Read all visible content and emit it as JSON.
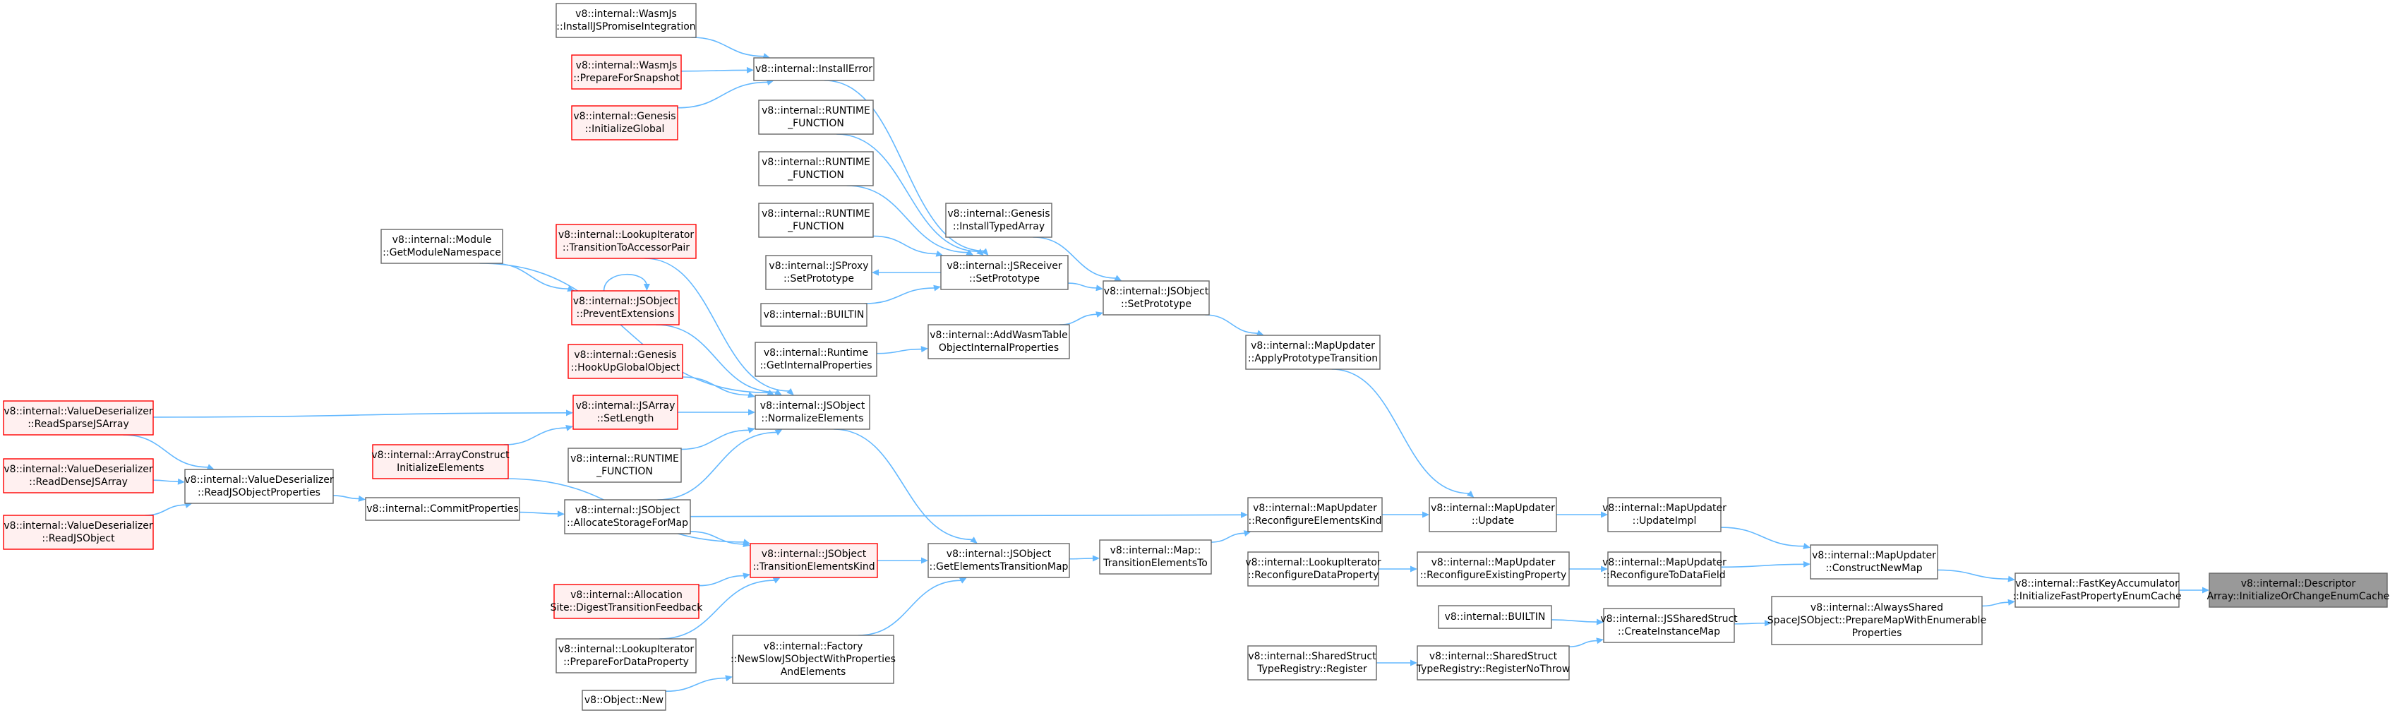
{
  "graph": {
    "nodes": [
      {
        "id": "focus",
        "lines": [
          "v8::internal::Descriptor",
          "Array::InitializeOrChangeEnumCache"
        ],
        "style": "focus"
      },
      {
        "id": "fka",
        "lines": [
          "v8::internal::FastKeyAccumulator",
          "::InitializeFastPropertyEnumCache"
        ],
        "style": "normal"
      },
      {
        "id": "mu_cnm",
        "lines": [
          "v8::internal::MapUpdater",
          "::ConstructNewMap"
        ],
        "style": "normal"
      },
      {
        "id": "jsso",
        "lines": [
          "v8::internal::AlwaysShared",
          "SpaceJSObject::PrepareMapWithEnumerable",
          "Properties"
        ],
        "style": "normal"
      },
      {
        "id": "mu_ui",
        "lines": [
          "v8::internal::MapUpdater",
          "::UpdateImpl"
        ],
        "style": "normal"
      },
      {
        "id": "mu_rtdf",
        "lines": [
          "v8::internal::MapUpdater",
          "::ReconfigureToDataField"
        ],
        "style": "normal"
      },
      {
        "id": "jss_cim",
        "lines": [
          "v8::internal::JSSharedStruct",
          "::CreateInstanceMap"
        ],
        "style": "normal"
      },
      {
        "id": "builtin2",
        "lines": [
          "v8::internal::BUILTIN"
        ],
        "style": "normal"
      },
      {
        "id": "ssr_rnt",
        "lines": [
          "v8::internal::SharedStruct",
          "TypeRegistry::RegisterNoThrow"
        ],
        "style": "normal"
      },
      {
        "id": "ssr_r",
        "lines": [
          "v8::internal::SharedStruct",
          "TypeRegistry::Register"
        ],
        "style": "normal"
      },
      {
        "id": "mu_u",
        "lines": [
          "v8::internal::MapUpdater",
          "::Update"
        ],
        "style": "normal"
      },
      {
        "id": "mu_rep",
        "lines": [
          "v8::internal::MapUpdater",
          "::ReconfigureExistingProperty"
        ],
        "style": "normal"
      },
      {
        "id": "li_rdp",
        "lines": [
          "v8::internal::LookupIterator",
          "::ReconfigureDataProperty"
        ],
        "style": "normal"
      },
      {
        "id": "mu_apt",
        "lines": [
          "v8::internal::MapUpdater",
          "::ApplyPrototypeTransition"
        ],
        "style": "normal"
      },
      {
        "id": "mu_rek",
        "lines": [
          "v8::internal::MapUpdater",
          "::ReconfigureElementsKind"
        ],
        "style": "normal"
      },
      {
        "id": "map_tet",
        "lines": [
          "v8::internal::Map::",
          "TransitionElementsTo"
        ],
        "style": "normal"
      },
      {
        "id": "jso_sp",
        "lines": [
          "v8::internal::JSObject",
          "::SetPrototype"
        ],
        "style": "normal"
      },
      {
        "id": "awt",
        "lines": [
          "v8::internal::AddWasmTable",
          "ObjectInternalProperties"
        ],
        "style": "normal"
      },
      {
        "id": "jsr_sp",
        "lines": [
          "v8::internal::JSReceiver",
          "::SetPrototype"
        ],
        "style": "normal"
      },
      {
        "id": "gen_ita",
        "lines": [
          "v8::internal::Genesis",
          "::InstallTypedArray"
        ],
        "style": "normal"
      },
      {
        "id": "jso_getm",
        "lines": [
          "v8::internal::JSObject",
          "::GetElementsTransitionMap"
        ],
        "style": "normal"
      },
      {
        "id": "ie",
        "lines": [
          "v8::internal::InstallError"
        ],
        "style": "normal"
      },
      {
        "id": "rf1",
        "lines": [
          "v8::internal::RUNTIME",
          "_FUNCTION"
        ],
        "style": "normal"
      },
      {
        "id": "rf2",
        "lines": [
          "v8::internal::RUNTIME",
          "_FUNCTION"
        ],
        "style": "normal"
      },
      {
        "id": "rf3",
        "lines": [
          "v8::internal::RUNTIME",
          "_FUNCTION"
        ],
        "style": "normal"
      },
      {
        "id": "jsp_sp",
        "lines": [
          "v8::internal::JSProxy",
          "::SetPrototype"
        ],
        "style": "normal"
      },
      {
        "id": "builtin1",
        "lines": [
          "v8::internal::BUILTIN"
        ],
        "style": "normal"
      },
      {
        "id": "rt_gip",
        "lines": [
          "v8::internal::Runtime",
          "::GetInternalProperties"
        ],
        "style": "normal"
      },
      {
        "id": "jso_ne",
        "lines": [
          "v8::internal::JSObject",
          "::NormalizeElements"
        ],
        "style": "normal"
      },
      {
        "id": "jso_tek",
        "lines": [
          "v8::internal::JSObject",
          "::TransitionElementsKind"
        ],
        "style": "red"
      },
      {
        "id": "fac",
        "lines": [
          "v8::internal::Factory",
          "::NewSlowJSObjectWithProperties",
          "AndElements"
        ],
        "style": "normal"
      },
      {
        "id": "wasm_ipi",
        "lines": [
          "v8::internal::WasmJs",
          "::InstallJSPromiseIntegration"
        ],
        "style": "normal"
      },
      {
        "id": "wasm_pfs",
        "lines": [
          "v8::internal::WasmJs",
          "::PrepareForSnapshot"
        ],
        "style": "red"
      },
      {
        "id": "gen_ig",
        "lines": [
          "v8::internal::Genesis",
          "::InitializeGlobal"
        ],
        "style": "red"
      },
      {
        "id": "li_ttap",
        "lines": [
          "v8::internal::LookupIterator",
          "::TransitionToAccessorPair"
        ],
        "style": "red"
      },
      {
        "id": "jso_pe",
        "lines": [
          "v8::internal::JSObject",
          "::PreventExtensions"
        ],
        "style": "red"
      },
      {
        "id": "gen_hugo",
        "lines": [
          "v8::internal::Genesis",
          "::HookUpGlobalObject"
        ],
        "style": "red"
      },
      {
        "id": "jsa_sl",
        "lines": [
          "v8::internal::JSArray",
          "::SetLength"
        ],
        "style": "red"
      },
      {
        "id": "rf4",
        "lines": [
          "v8::internal::RUNTIME",
          "_FUNCTION"
        ],
        "style": "normal"
      },
      {
        "id": "jso_asfm",
        "lines": [
          "v8::internal::JSObject",
          "::AllocateStorageForMap"
        ],
        "style": "normal"
      },
      {
        "id": "alloc",
        "lines": [
          "v8::internal::Allocation",
          "Site::DigestTransitionFeedback"
        ],
        "style": "red"
      },
      {
        "id": "li_pfdp",
        "lines": [
          "v8::internal::LookupIterator",
          "::PrepareForDataProperty"
        ],
        "style": "normal"
      },
      {
        "id": "obj_new",
        "lines": [
          "v8::Object::New"
        ],
        "style": "normal"
      },
      {
        "id": "mod_gmn",
        "lines": [
          "v8::internal::Module",
          "::GetModuleNamespace"
        ],
        "style": "normal"
      },
      {
        "id": "aci",
        "lines": [
          "v8::internal::ArrayConstruct",
          "InitializeElements"
        ],
        "style": "red"
      },
      {
        "id": "cp",
        "lines": [
          "v8::internal::CommitProperties"
        ],
        "style": "normal"
      },
      {
        "id": "vd_rjop",
        "lines": [
          "v8::internal::ValueDeserializer",
          "::ReadJSObjectProperties"
        ],
        "style": "normal"
      },
      {
        "id": "vd_rsja",
        "lines": [
          "v8::internal::ValueDeserializer",
          "::ReadSparseJSArray"
        ],
        "style": "red"
      },
      {
        "id": "vd_rdja",
        "lines": [
          "v8::internal::ValueDeserializer",
          "::ReadDenseJSArray"
        ],
        "style": "red"
      },
      {
        "id": "vd_rjo",
        "lines": [
          "v8::internal::ValueDeserializer",
          "::ReadJSObject"
        ],
        "style": "red"
      }
    ],
    "edges": [
      [
        "fka",
        "focus"
      ],
      [
        "mu_cnm",
        "fka"
      ],
      [
        "jsso",
        "fka"
      ],
      [
        "mu_ui",
        "mu_cnm"
      ],
      [
        "mu_rtdf",
        "mu_cnm"
      ],
      [
        "jss_cim",
        "jsso"
      ],
      [
        "mu_u",
        "mu_ui"
      ],
      [
        "mu_rep",
        "mu_rtdf"
      ],
      [
        "builtin2",
        "jss_cim"
      ],
      [
        "ssr_rnt",
        "jss_cim"
      ],
      [
        "ssr_r",
        "ssr_rnt"
      ],
      [
        "li_rdp",
        "mu_rep"
      ],
      [
        "mu_apt",
        "mu_u"
      ],
      [
        "mu_rek",
        "mu_u"
      ],
      [
        "jso_sp",
        "mu_apt"
      ],
      [
        "map_tet",
        "mu_rek"
      ],
      [
        "jso_asfm",
        "mu_rek"
      ],
      [
        "jso_getm",
        "map_tet"
      ],
      [
        "jsr_sp",
        "jso_sp"
      ],
      [
        "gen_ita",
        "jso_sp"
      ],
      [
        "awt",
        "jso_sp"
      ],
      [
        "rt_gip",
        "awt"
      ],
      [
        "ie",
        "jsr_sp"
      ],
      [
        "rf1",
        "jsr_sp"
      ],
      [
        "rf2",
        "jsr_sp"
      ],
      [
        "rf3",
        "jsr_sp"
      ],
      [
        "builtin1",
        "jsr_sp"
      ],
      [
        "jsr_sp",
        "jsp_sp"
      ],
      [
        "wasm_ipi",
        "ie"
      ],
      [
        "wasm_pfs",
        "ie"
      ],
      [
        "gen_ig",
        "ie"
      ],
      [
        "jso_tek",
        "jso_getm"
      ],
      [
        "jso_ne",
        "jso_getm"
      ],
      [
        "fac",
        "jso_getm"
      ],
      [
        "mod_gmn",
        "jso_ne"
      ],
      [
        "li_ttap",
        "jso_ne"
      ],
      [
        "jso_pe",
        "jso_ne"
      ],
      [
        "jso_pe",
        "jso_pe"
      ],
      [
        "gen_hugo",
        "jso_ne"
      ],
      [
        "jsa_sl",
        "jso_ne"
      ],
      [
        "rf4",
        "jso_ne"
      ],
      [
        "jso_asfm",
        "jso_ne"
      ],
      [
        "mod_gmn",
        "jso_pe"
      ],
      [
        "jso_asfm",
        "jso_tek"
      ],
      [
        "alloc",
        "jso_tek"
      ],
      [
        "li_pfdp",
        "jso_tek"
      ],
      [
        "aci",
        "jso_tek"
      ],
      [
        "obj_new",
        "fac"
      ],
      [
        "aci",
        "jsa_sl"
      ],
      [
        "vd_rsja",
        "jsa_sl"
      ],
      [
        "cp",
        "jso_asfm"
      ],
      [
        "vd_rjop",
        "cp"
      ],
      [
        "vd_rsja",
        "vd_rjop"
      ],
      [
        "vd_rdja",
        "vd_rjop"
      ],
      [
        "vd_rjo",
        "vd_rjop"
      ]
    ]
  },
  "colors": {
    "edge": "#63b8ff",
    "node_border": "#666666",
    "node_red_border": "#ff0000",
    "node_red_fill": "#fff0f0",
    "focus_fill": "#999999"
  }
}
